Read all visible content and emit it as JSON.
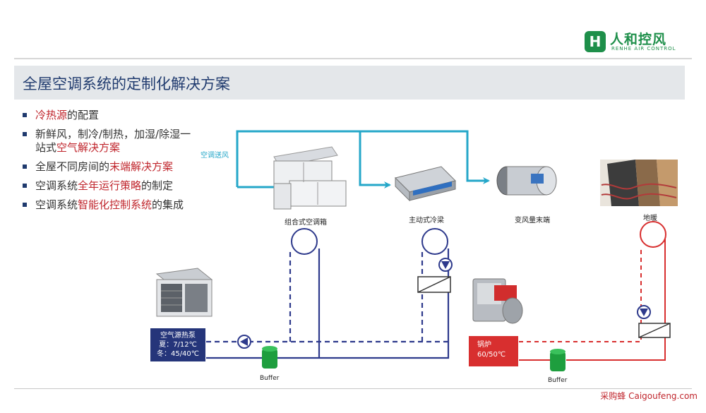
{
  "logo": {
    "cn": "人和控风",
    "en": "RENHE AIR CONTROL"
  },
  "title": "全屋空调系统的定制化解决方案",
  "bullets": [
    {
      "pre": "",
      "hl": "冷热源",
      "post": "的配置"
    },
    {
      "pre": "新鲜风，制冷/制热，加湿/除湿一站式",
      "hl": "空气解决方案",
      "post": ""
    },
    {
      "pre": "全屋不同房间的",
      "hl": "末端解决方案",
      "post": ""
    },
    {
      "pre": "空调系统",
      "hl": "全年运行策略",
      "post": "的制定"
    },
    {
      "pre": "空调系统",
      "hl": "智能化控制系统",
      "post": "的集成"
    }
  ],
  "labels": {
    "supply_air": "空调送风",
    "ahu": "组合式空调箱",
    "beam": "主动式冷梁",
    "vav": "变风量末端",
    "floor": "地暖",
    "buffer1": "Buffer",
    "buffer2": "Buffer"
  },
  "heatpump": {
    "name": "空气源热泵",
    "summer": "夏：7/12℃",
    "winter": "冬：45/40℃"
  },
  "boiler": {
    "name": "锅炉",
    "temp": "60/50℃"
  },
  "footer": "采购蜂 Caigoufeng.com",
  "colors": {
    "title": "#1f3a6e",
    "highlight": "#c0262d",
    "pipe_blue": "#2e3a8c",
    "pipe_red": "#d82f2f",
    "air_duct": "#25a7c9",
    "green": "#1e8f4a"
  }
}
